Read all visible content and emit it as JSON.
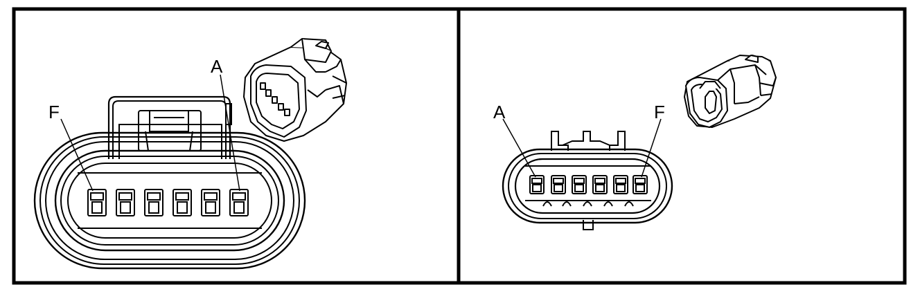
{
  "left_panel": {
    "pin_label_end": "F",
    "pin_label_start": "A",
    "pin_count": 6
  },
  "right_panel": {
    "pin_label_start": "A",
    "pin_label_end": "F",
    "pin_count": 6
  }
}
